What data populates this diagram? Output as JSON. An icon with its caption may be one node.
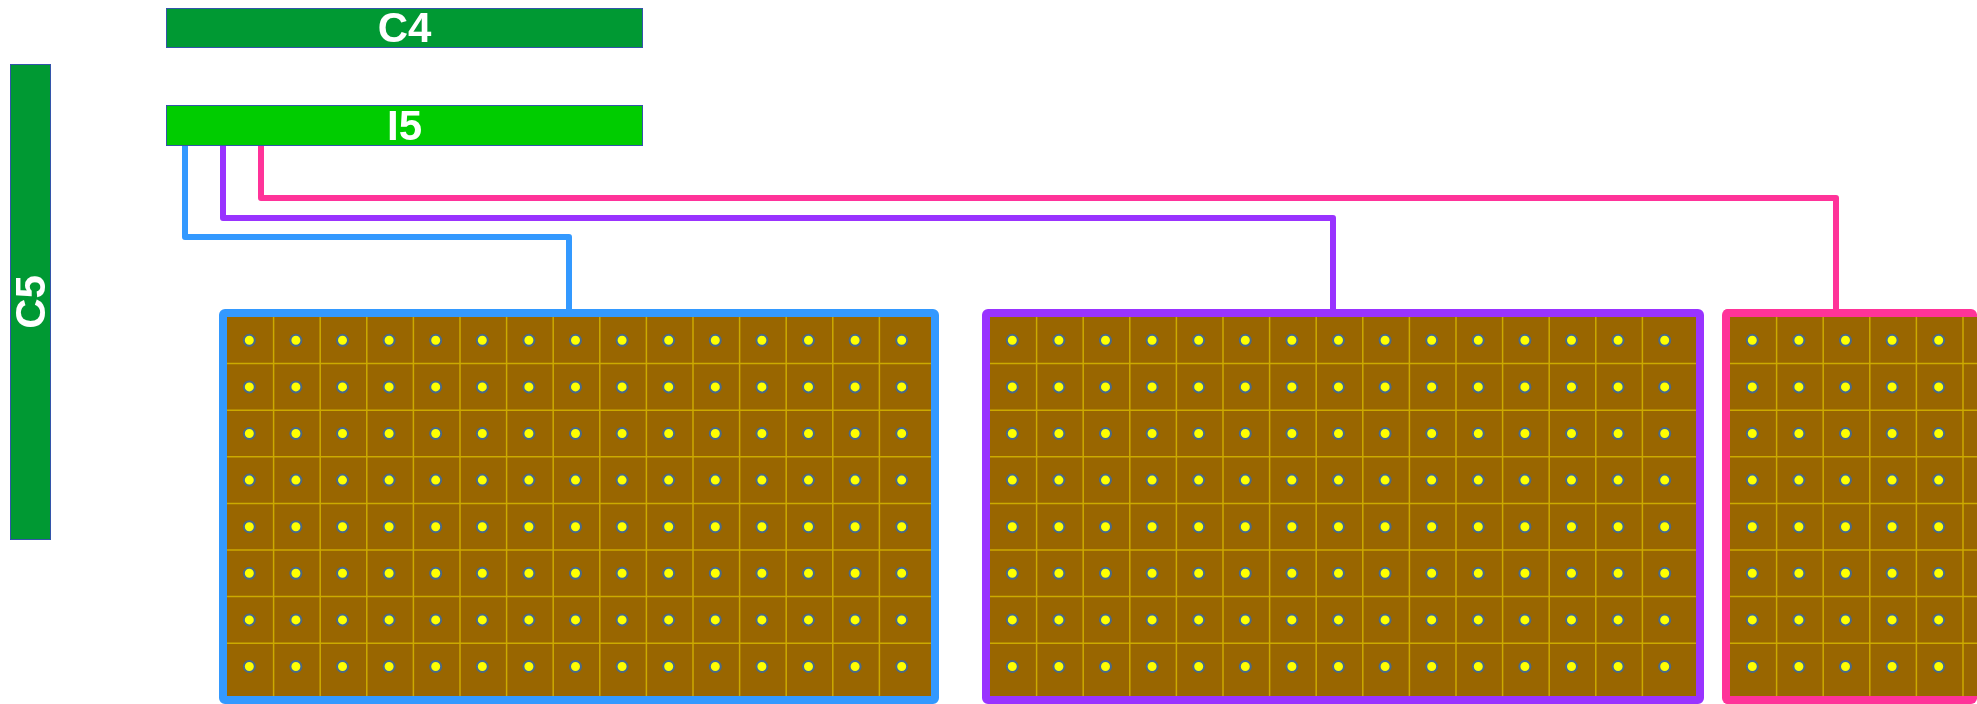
{
  "diagram": {
    "nodes": [
      {
        "text": [
          "C4"
        ]
      },
      {
        "text": [
          "I5"
        ]
      },
      {
        "text": [
          "C5"
        ]
      },
      {
        "text": [],
        "shape": "box"
      },
      {
        "text": [],
        "shape": "box"
      },
      {
        "text": [],
        "shape": "box"
      }
    ],
    "edges": [
      {
        "from": 1,
        "to": 3,
        "arrow": "none",
        "color": "#3399ff"
      },
      {
        "from": 1,
        "to": 4,
        "arrow": "none",
        "color": "#9933ff"
      },
      {
        "from": 1,
        "to": 5,
        "arrow": "none",
        "color": "#ff3399"
      }
    ]
  }
}
